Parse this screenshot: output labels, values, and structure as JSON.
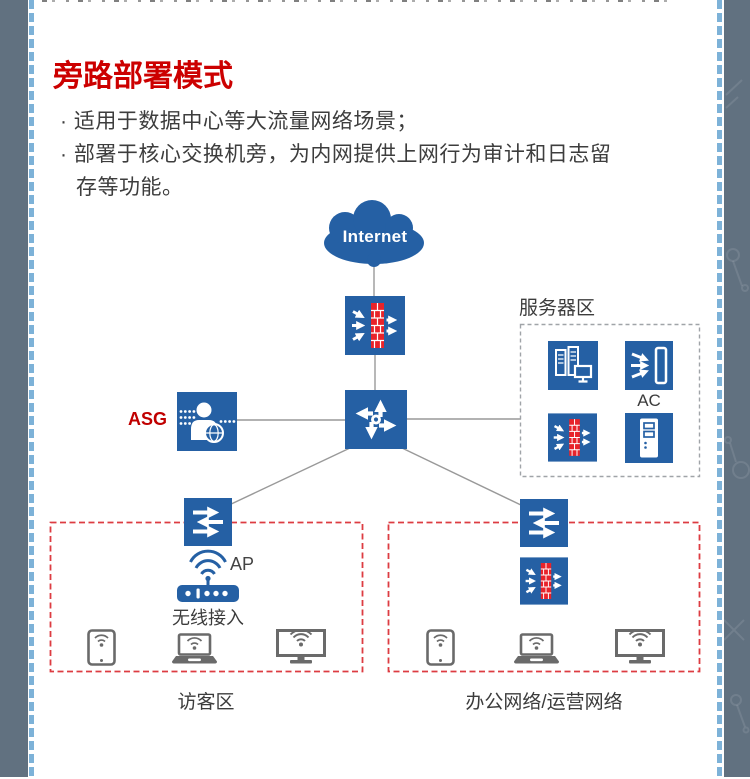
{
  "intro": {
    "title": "旁路部署模式",
    "bullet1": "· 适用于数据中心等大流量网络场景；",
    "bullet2_line1": "· 部署于核心交换机旁，为内网提供上网行为审计和日志留",
    "bullet2_line2": "存等功能。"
  },
  "diagram": {
    "internet_label": "Internet",
    "asg_label": "ASG",
    "server_area_label": "服务器区",
    "ac_label": "AC",
    "ap_label": "AP",
    "wireless_label": "无线接入",
    "guest_zone_label": "访客区",
    "office_zone_label": "办公网络/运营网络",
    "icons": {
      "internet-cloud": "blue cloud",
      "firewall-icon": "white arrows passing through red brick wall on blue square",
      "core-router-icon": "four white pinwheel arrows around ring on blue square",
      "lan-switch-icon": "three alternating white arrows on blue square",
      "asg-gateway-icon": "white person with globe and port dots on blue square",
      "server-group-icon": "server racks with monitor on blue square",
      "ac-controller-icon": "arrows entering controller slot on blue square",
      "server-tower-icon": "white server tower on blue square",
      "ap-icon": "wifi arcs above access point bar",
      "tablet-icon": "gray tablet with wifi",
      "laptop-icon": "gray laptop with wifi",
      "monitor-icon": "gray monitor with wifi"
    },
    "colors": {
      "device_blue": "#2560a4",
      "brick_red": "#e8232a",
      "zone_dashed_red": "#dd3c42",
      "server_dashed_gray": "#a0a4a8",
      "connector_gray": "#999999",
      "title_red": "#cc0000",
      "border_slate": "#617180",
      "border_dash_blue": "#7db2d8",
      "client_gray": "#6a6a6a"
    }
  }
}
